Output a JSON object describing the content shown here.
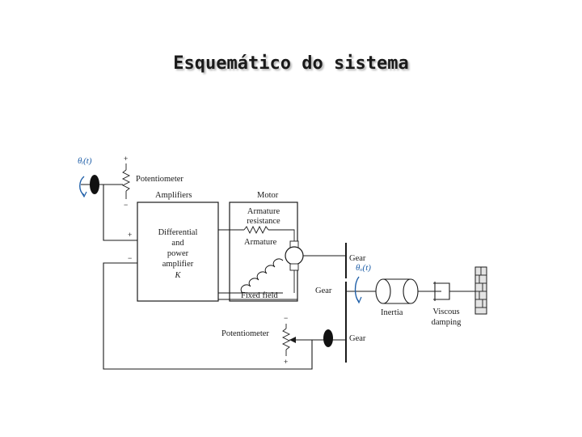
{
  "slide": {
    "title": "Esquemático do sistema"
  },
  "diagram": {
    "input_angle": "θᵢ(t)",
    "output_angle": "θₒ(t)",
    "potentiometer_top_label": "Potentiometer",
    "potentiometer_bottom_label": "Potentiometer",
    "amplifiers_label": "Amplifiers",
    "motor_label": "Motor",
    "amp_lines": [
      "Differential",
      "and",
      "power",
      "amplifier",
      "K"
    ],
    "armature_resistance_lines": [
      "Armature",
      "resistance"
    ],
    "armature_label": "Armature",
    "fixed_field_label": "Fixed field",
    "gear_top_label": "Gear",
    "gear_mid_label": "Gear",
    "gear_bottom_label": "Gear",
    "inertia_label": "Inertia",
    "viscous_damping_lines": [
      "Viscous",
      "damping"
    ],
    "plus": "+",
    "minus": "−"
  },
  "colors": {
    "wire": "#1a1a1a",
    "angle_blue": "#1f5fa8",
    "wall_fill": "#cfcfcf"
  }
}
